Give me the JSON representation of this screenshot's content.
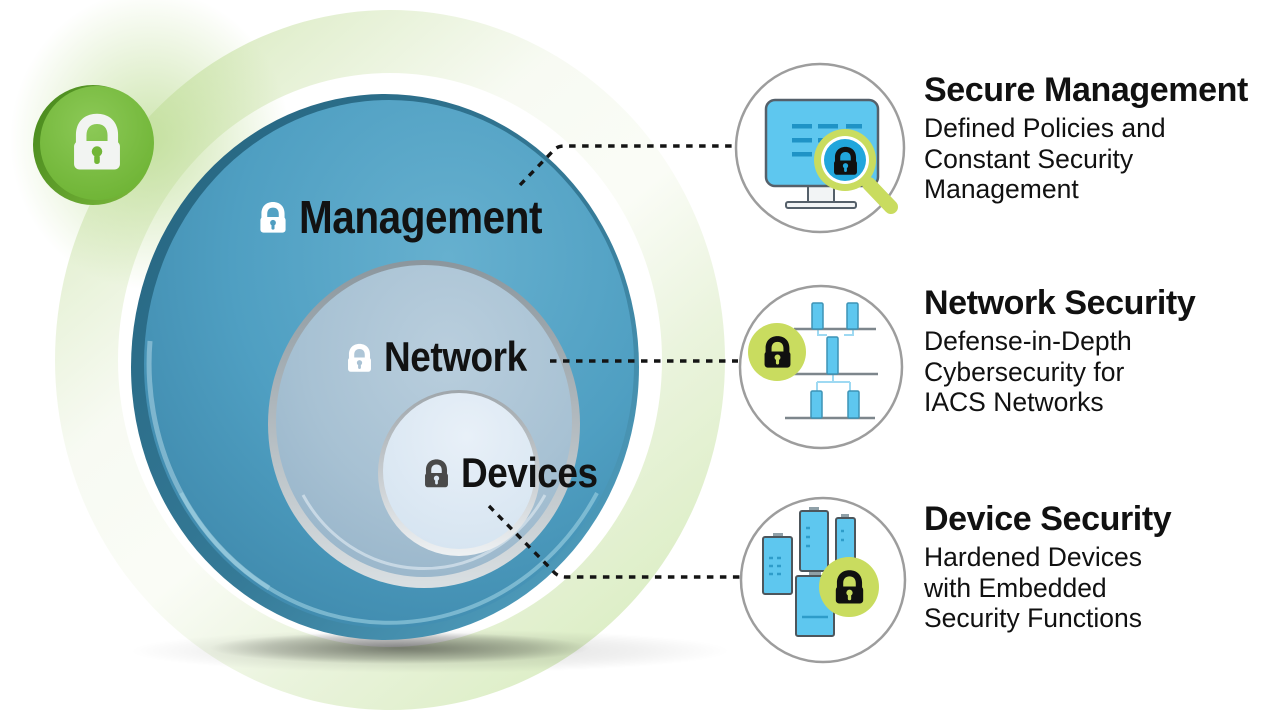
{
  "diagram": {
    "rings": [
      {
        "label": "Management"
      },
      {
        "label": "Network"
      },
      {
        "label": "Devices"
      }
    ]
  },
  "callouts": [
    {
      "title": "Secure Management",
      "lines": [
        "Defined Policies and",
        "Constant Security",
        "Management"
      ],
      "icon": "monitor-magnifier-lock-icon"
    },
    {
      "title": "Network Security",
      "lines": [
        "Defense-in-Depth",
        "Cybersecurity for",
        "IACS Networks"
      ],
      "icon": "network-lock-icon"
    },
    {
      "title": "Device Security",
      "lines": [
        "Hardened Devices",
        "with Embedded",
        "Security Functions"
      ],
      "icon": "devices-lock-icon"
    }
  ],
  "colors": {
    "badge_green": "#72b637",
    "lime_green": "#c9dc5f",
    "management_blue": "#4f9dc0",
    "network_blue_gray": "#a9c2d4",
    "devices_light_blue": "#dce8f3",
    "icon_blue": "#5ec7ef",
    "swoosh_green": "#cde6ab",
    "text_black": "#141414",
    "callout_border_gray": "#9d9d9d"
  }
}
